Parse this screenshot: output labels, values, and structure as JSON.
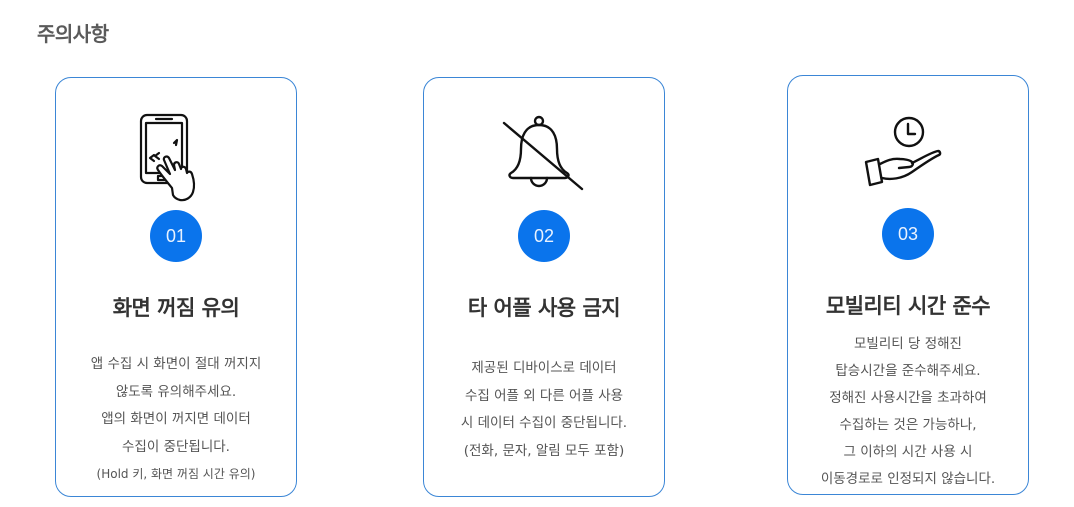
{
  "section": {
    "title": "주의사항"
  },
  "colors": {
    "accent": "#0a74ec",
    "border": "#3b86d6",
    "title": "#333333",
    "body": "#555555"
  },
  "cards": [
    {
      "icon": "phone-touch-icon",
      "number": "01",
      "title": "화면 꺼짐 유의",
      "lines": [
        "앱 수집 시 화면이 절대 꺼지지",
        "않도록 유의해주세요.",
        "앱의 화면이 꺼지면 데이터",
        "수집이 중단됩니다."
      ],
      "note": "(Hold 키, 화면 꺼짐 시간 유의)"
    },
    {
      "icon": "bell-off-icon",
      "number": "02",
      "title": "타 어플 사용 금지",
      "lines": [
        "제공된 디바이스로 데이터",
        "수집 어플 외 다른 어플 사용",
        "시 데이터 수집이 중단됩니다.",
        "(전화, 문자, 알림 모두 포함)"
      ]
    },
    {
      "icon": "hand-clock-icon",
      "number": "03",
      "title": "모빌리티 시간 준수",
      "lines": [
        "모빌리티 당 정해진",
        "탑승시간을 준수해주세요.",
        "정해진 사용시간을 초과하여",
        "수집하는 것은 가능하나,",
        "그 이하의 시간 사용 시",
        "이동경로로 인정되지 않습니다."
      ]
    }
  ]
}
